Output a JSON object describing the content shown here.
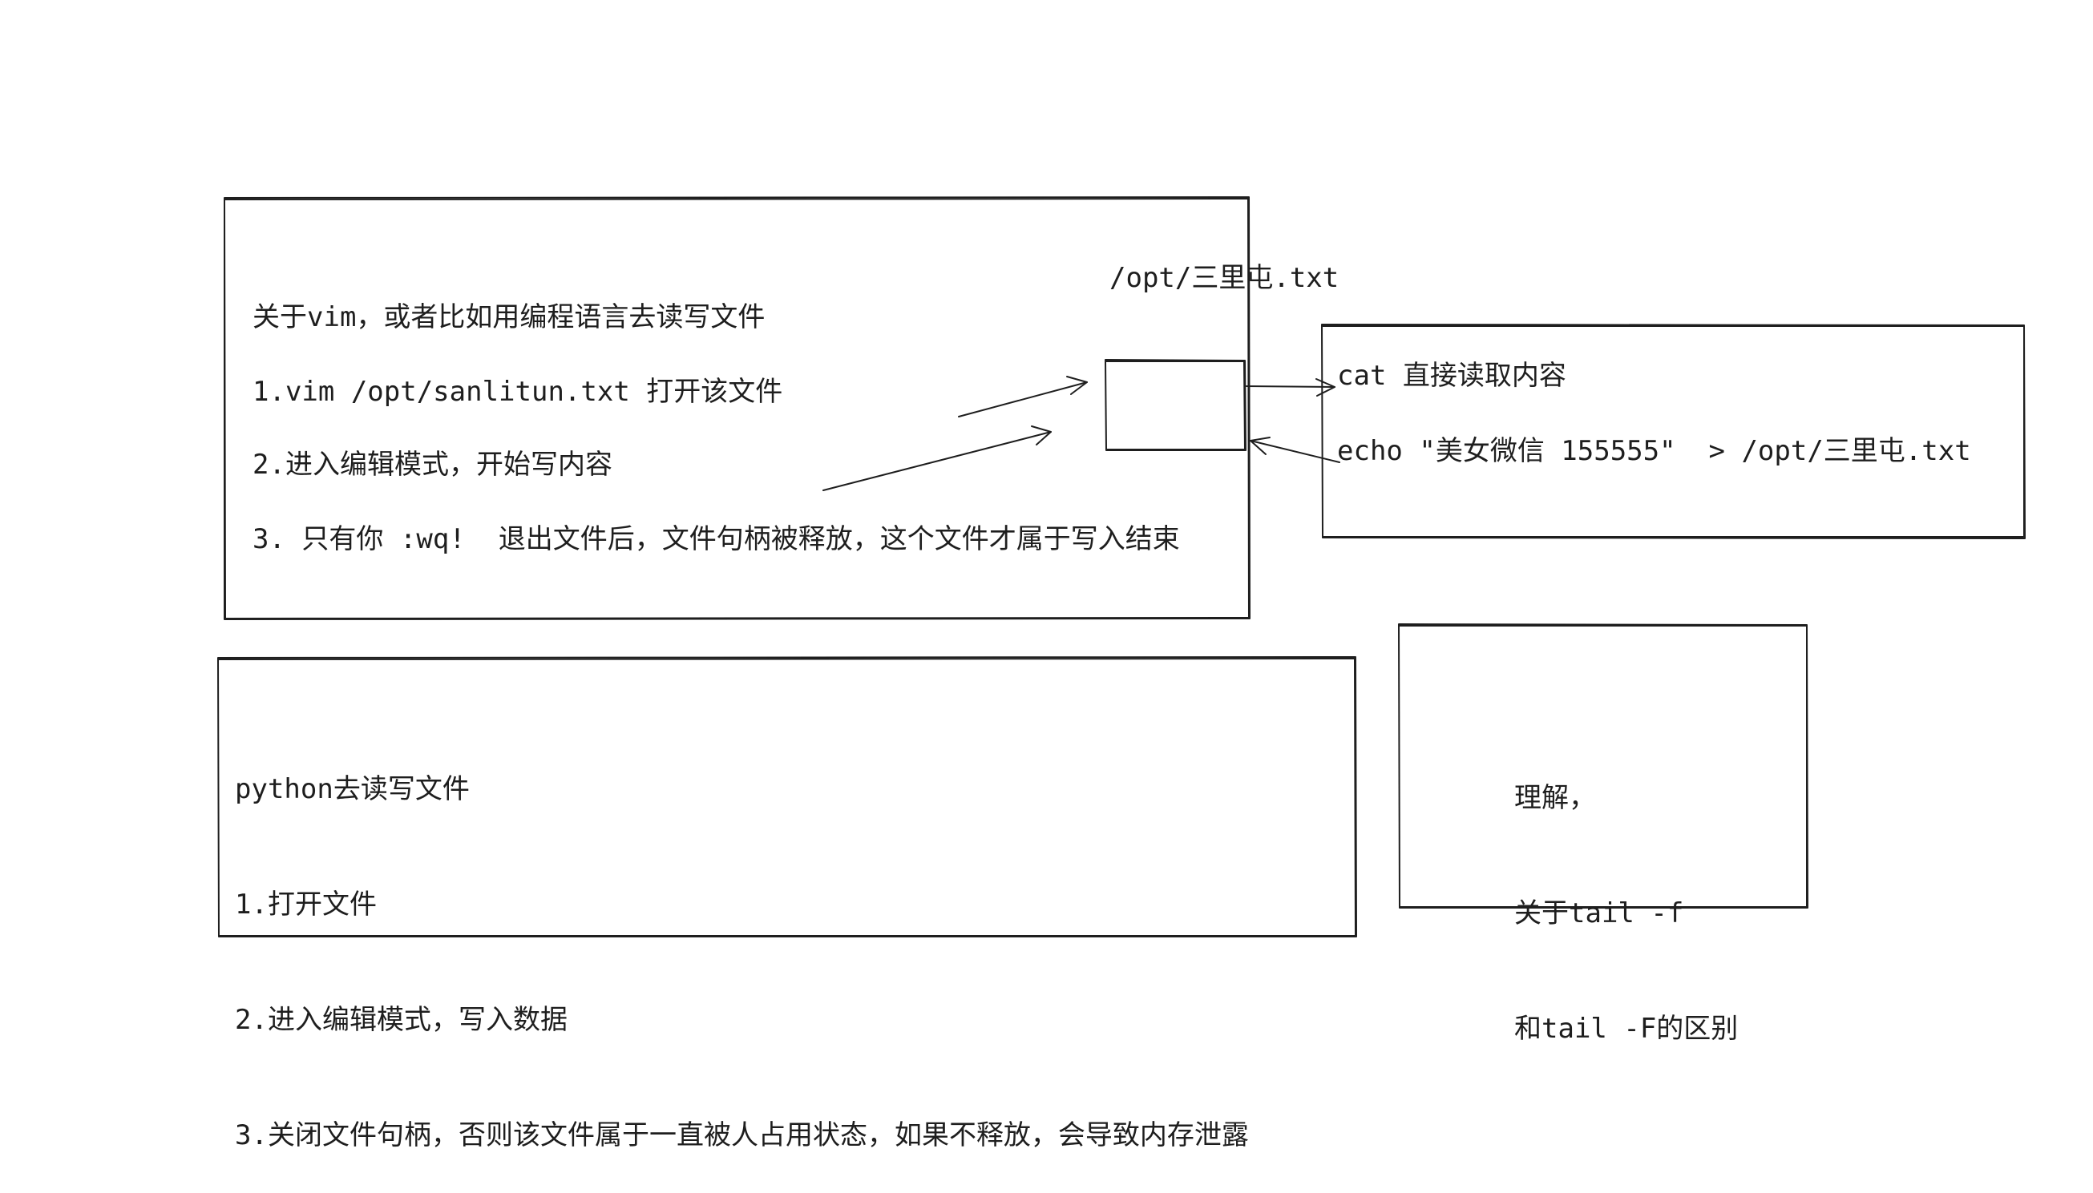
{
  "vim_box": {
    "title": "关于vim，或者比如用编程语言去读写文件",
    "step1": "1.vim /opt/sanlitun.txt 打开该文件",
    "step2": "2.进入编辑模式，开始写内容",
    "step3": "3. 只有你 :wq!  退出文件后，文件句柄被释放，这个文件才属于写入结束"
  },
  "file_node": {
    "label": "/opt/三里屯.txt"
  },
  "shell_box": {
    "cat_line": "cat 直接读取内容",
    "echo_line": "echo \"美女微信 155555\"  > /opt/三里屯.txt"
  },
  "python_box": {
    "lines": [
      "python去读写文件",
      "1.打开文件",
      "2.进入编辑模式，写入数据",
      "3.关闭文件句柄，否则该文件属于一直被人占用状态，如果不释放，会导致内存泄露"
    ]
  },
  "tail_box": {
    "lines": [
      "理解，",
      "关于tail -f",
      "和tail -F的区别"
    ]
  },
  "colors": {
    "stroke": "#1e1e1e",
    "background": "#ffffff"
  }
}
